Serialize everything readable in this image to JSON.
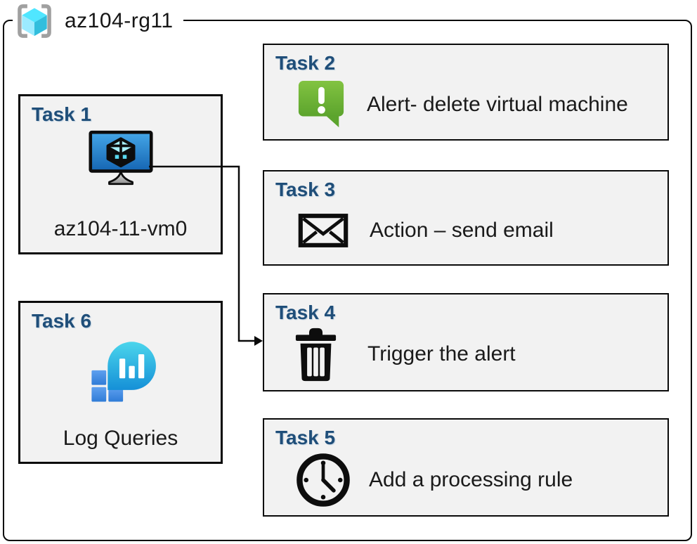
{
  "header": {
    "title": "az104-rg11",
    "icon": "resource-group-icon"
  },
  "tasks": [
    {
      "id": "task-1",
      "title": "Task 1",
      "label": "az104-11-vm0",
      "icon": "virtual-machine-icon"
    },
    {
      "id": "task-2",
      "title": "Task 2",
      "label": "Alert- delete virtual machine",
      "icon": "alert-icon"
    },
    {
      "id": "task-3",
      "title": "Task 3",
      "label": "Action – send email",
      "icon": "email-icon"
    },
    {
      "id": "task-4",
      "title": "Task 4",
      "label": "Trigger the alert",
      "icon": "trash-icon"
    },
    {
      "id": "task-5",
      "title": "Task 5",
      "label": "Add a processing rule",
      "icon": "clock-icon"
    },
    {
      "id": "task-6",
      "title": "Task 6",
      "label": "Log Queries",
      "icon": "log-analytics-icon"
    }
  ],
  "connector": {
    "from": "task-1-virtual-machine",
    "to": "task-4",
    "style": "elbow-arrow"
  },
  "colors": {
    "task_title": "#1f4e79",
    "box_fill": "#f2f2f2",
    "box_border": "#0a0a0a",
    "alert_green": "#6fb63c",
    "vm_screen_blue": "#2388dd",
    "cube_cyan": "#50e6ff",
    "log_bubble_cyan": "#2cbbe0",
    "log_square_blue": "#3d8fe4",
    "bracket_gray": "#a0a0a0"
  }
}
